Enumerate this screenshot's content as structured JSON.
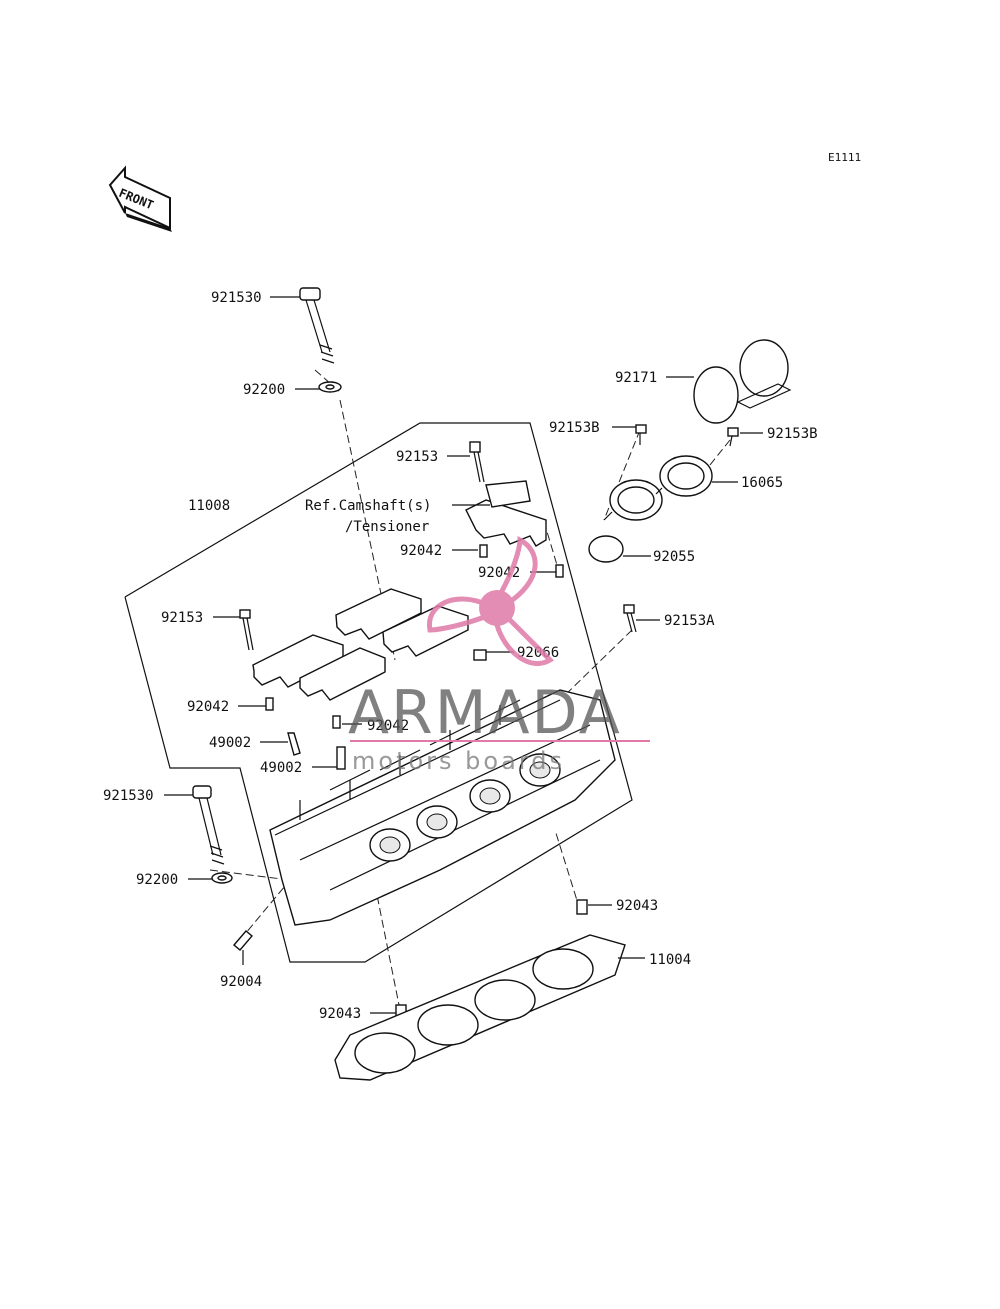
{
  "diagram_code": "E1111",
  "front_label": "FRONT",
  "ref_note": {
    "line1": "Ref.Camshaft(s)",
    "line2": "/Tensioner"
  },
  "watermark": {
    "brand": "ARMADA",
    "tagline": "motors   boards"
  },
  "labels": {
    "p_921530_top": "921530",
    "p_92200_top": "92200",
    "p_11008": "11008",
    "p_92153_upper": "92153",
    "p_92042_upper": "92042",
    "p_92042_mid": "92042",
    "p_92153_left": "92153",
    "p_92042_left": "92042",
    "p_92042_lower": "92042",
    "p_49002_a": "49002",
    "p_49002_b": "49002",
    "p_921530_bottom": "921530",
    "p_92200_bottom": "92200",
    "p_92004": "92004",
    "p_92043_left": "92043",
    "p_92043_right": "92043",
    "p_11004": "11004",
    "p_92171": "92171",
    "p_92153B_left": "92153B",
    "p_92153B_right": "92153B",
    "p_16065": "16065",
    "p_92055": "92055",
    "p_92153A": "92153A",
    "p_92066": "92066"
  }
}
